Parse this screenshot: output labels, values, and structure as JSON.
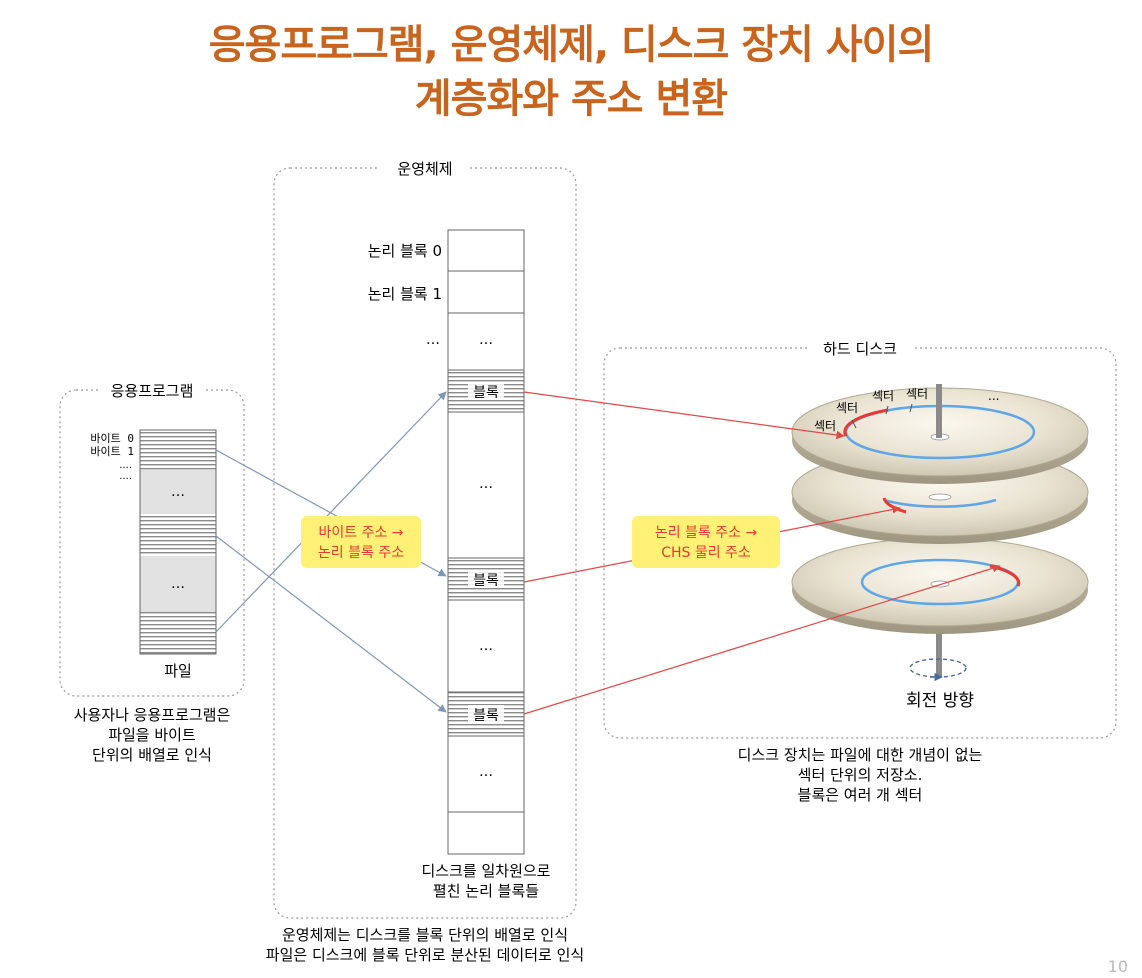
{
  "title": {
    "line1": "응용프로그램, 운영체제, 디스크 장치 사이의",
    "line2": "계층화와 주소 변환"
  },
  "app": {
    "label": "응용프로그램",
    "byte0": "바이트 0",
    "byte1": "바이트 1",
    "dots_small": "....",
    "dots": "…",
    "file_label": "파일",
    "caption1": "사용자나 응용프로그램은",
    "caption2": "파일을 바이트",
    "caption3": "단위의 배열로 인식"
  },
  "os": {
    "label": "운영체제",
    "block0": "논리 블록 0",
    "block1": "논리 블록 1",
    "dots": "…",
    "block": "블록",
    "note1": "디스크를 일차원으로",
    "note2": "펼친 논리 블록들",
    "caption1": "운영체제는 디스크를 블록 단위의 배열로 인식",
    "caption2": "파일은 디스크에 블록 단위로 분산된 데이터로 인식"
  },
  "conv1": {
    "line1": "바이트 주소 →",
    "line2": "논리 블록 주소"
  },
  "conv2": {
    "line1": "논리 블록 주소 →",
    "line2": "CHS 물리 주소"
  },
  "disk": {
    "label": "하드 디스크",
    "sector": "섹터",
    "dots": "...",
    "rotation": "회전 방향",
    "caption1": "디스크 장치는 파일에 대한 개념이 없는",
    "caption2": "섹터 단위의 저장소.",
    "caption3": "블록은 여러 개 섹터"
  },
  "page_number": "10",
  "colors": {
    "title": "#c8641e",
    "highlight": "#fff176",
    "red_text": "#e53935",
    "arrow_blue": "#7f97b5",
    "arrow_red": "#e04848",
    "track_blue": "#5ea6e8"
  }
}
